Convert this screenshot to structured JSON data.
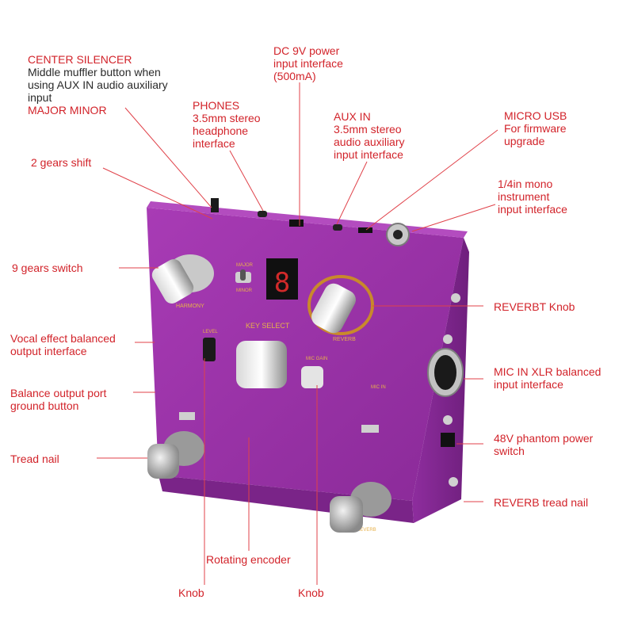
{
  "callouts": {
    "center_silencer": {
      "title": "CENTER SILENCER",
      "desc": "Middle muffler button when\nusing AUX IN audio auxiliary\ninput",
      "extra": "MAJOR MINOR"
    },
    "dc_power": {
      "text": "DC 9V power\ninput interface\n(500mA)"
    },
    "phones": {
      "title": "PHONES",
      "desc": "3.5mm stereo\nheadphone\ninterface"
    },
    "aux_in": {
      "title": "AUX IN",
      "desc": "3.5mm stereo\naudio auxiliary\ninput interface"
    },
    "micro_usb": {
      "title": "MICRO USB",
      "desc": "For firmware\nupgrade"
    },
    "gears_shift": {
      "text": "2 gears shift"
    },
    "mono_input": {
      "text": "1/4in mono\ninstrument\ninput interface"
    },
    "gears_switch": {
      "text": "9 gears switch"
    },
    "reverbt_knob": {
      "text": "REVERBT Knob"
    },
    "vocal_output": {
      "text": "Vocal effect balanced\noutput interface"
    },
    "mic_in": {
      "text": "MIC IN XLR balanced\ninput interface"
    },
    "ground_button": {
      "text": "Balance output port\nground button"
    },
    "phantom_power": {
      "text": "48V phantom power\nswitch"
    },
    "tread_nail": {
      "text": "Tread nail"
    },
    "reverb_tread": {
      "text": "REVERB tread nail"
    },
    "rotating_encoder": {
      "text": "Rotating encoder"
    },
    "knob_left": {
      "text": "Knob"
    },
    "knob_right": {
      "text": "Knob"
    }
  },
  "device": {
    "display_digit": "8",
    "key_select": "KEY SELECT",
    "harmony": "HARMONY",
    "reverb": "REVERB",
    "major": "MAJOR",
    "minor": "MINOR",
    "mic_gain": "MIC GAIN",
    "level": "LEVEL",
    "mic_in": "MIC IN",
    "reverb_switch": "REVERB"
  },
  "colors": {
    "callout_title": "#d2232a",
    "leader_line": "#e0424a",
    "device_body": "#9b2fa6"
  }
}
